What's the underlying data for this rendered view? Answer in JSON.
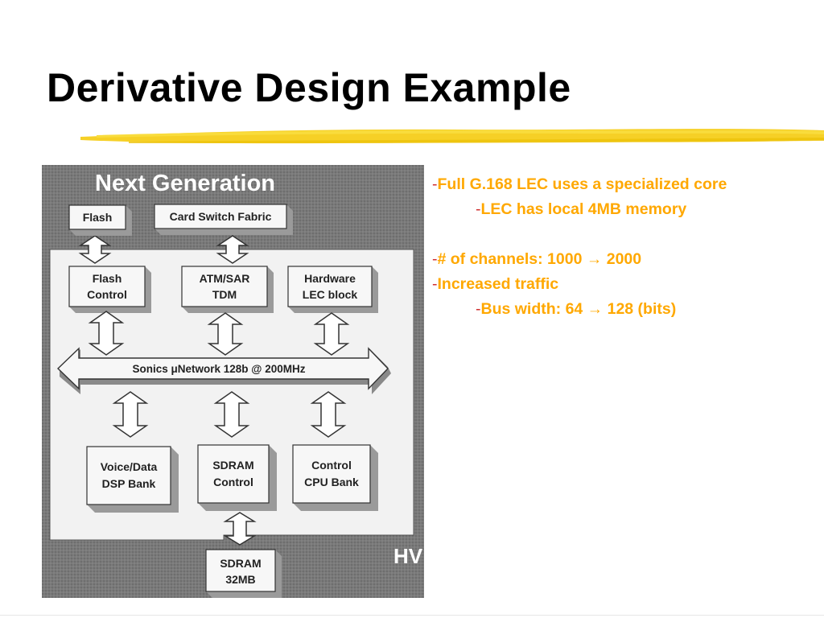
{
  "slide": {
    "title": "Derivative Design Example"
  },
  "bullets": [
    {
      "text": "Full G.168 LEC uses a specialized core",
      "level": 0
    },
    {
      "text": "LEC has local 4MB memory",
      "level": 1
    },
    {
      "text": "# of channels: 1000 → 2000",
      "level": 0
    },
    {
      "text": "Increased traffic",
      "level": 0
    },
    {
      "text": "Bus width: 64 → 128 (bits)",
      "level": 1
    }
  ],
  "diagram": {
    "heading": "Next Generation",
    "top_blocks": {
      "flash": "Flash",
      "card_switch_fabric": "Card Switch Fabric"
    },
    "mid_blocks": {
      "flash_control": [
        "Flash",
        "Control"
      ],
      "atm_sar_tdm": [
        "ATM/SAR",
        "TDM"
      ],
      "hardware_lec": [
        "Hardware",
        "LEC block"
      ]
    },
    "bus_label": "Sonics μNetwork  128b @ 200MHz",
    "bottom_blocks": {
      "voice_dsp": [
        "Voice/Data",
        "DSP Bank"
      ],
      "sdram_control": [
        "SDRAM",
        "Control"
      ],
      "control_cpu": [
        "Control",
        "CPU Bank"
      ]
    },
    "sdram_block": [
      "SDRAM",
      "32MB"
    ],
    "corner_text": "HV"
  },
  "colors": {
    "title": "#000000",
    "bullet_text": "#ffa800",
    "bullet_dash": "#d03030",
    "underline": "#f5c800",
    "diagram_background": "#7a7a7a",
    "diagram_panel": "#f2f2f2",
    "block_face": "#f7f7f7",
    "block_shadow": "#9a9a9a"
  }
}
